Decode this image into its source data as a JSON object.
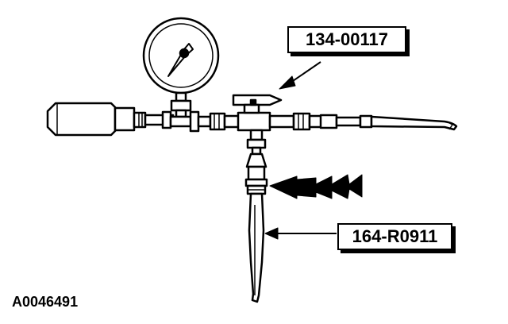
{
  "callouts": {
    "upper_part_number": "134-00117",
    "lower_part_number": "164-R0911"
  },
  "figure_id": "A0046491",
  "colors": {
    "line": "#000000",
    "background": "#ffffff"
  }
}
